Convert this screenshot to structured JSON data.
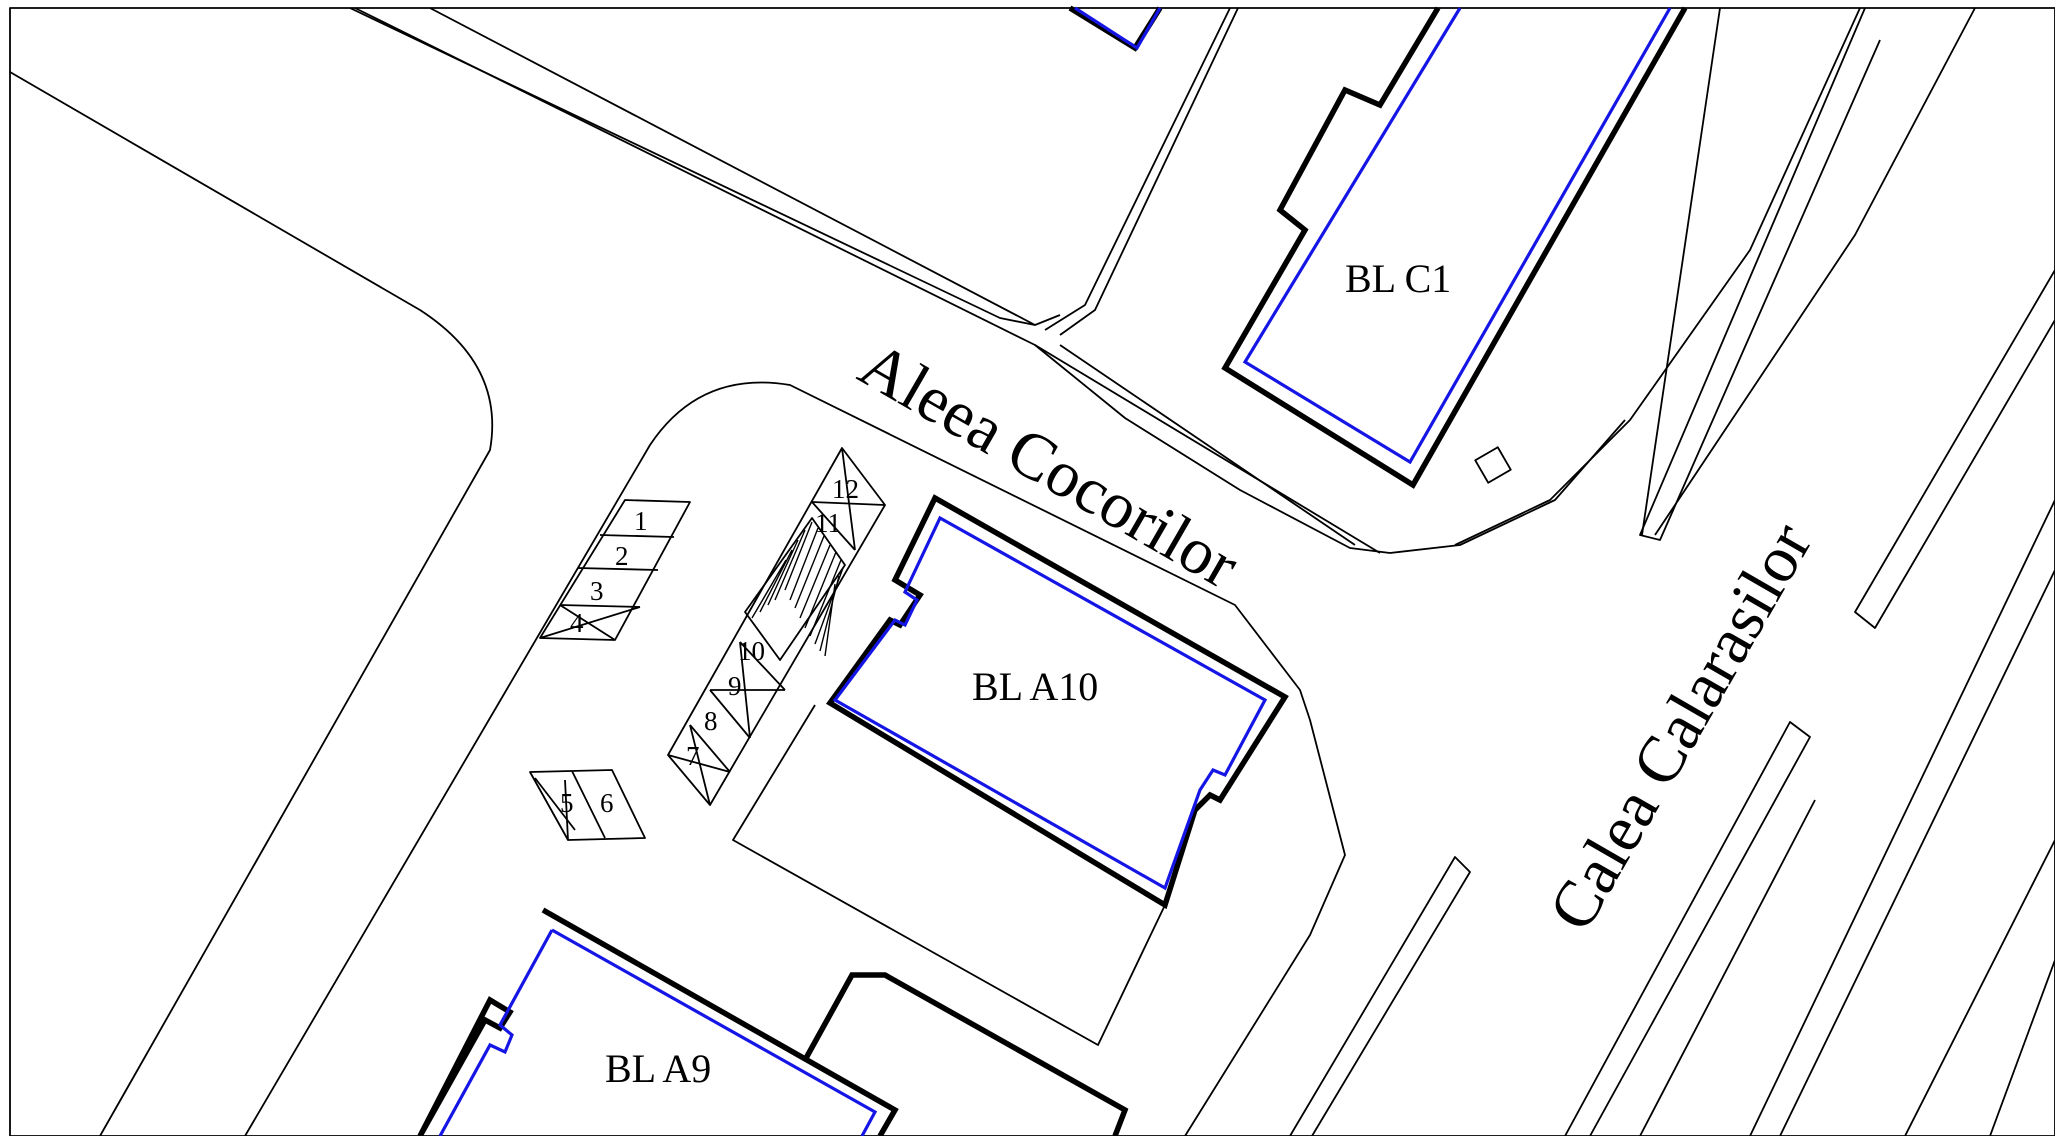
{
  "map": {
    "streets": [
      {
        "name": "Aleea Cocorilor"
      },
      {
        "name": "Calea Calarasilor"
      }
    ],
    "buildings": [
      {
        "label": "BL C1"
      },
      {
        "label": "BL A10"
      },
      {
        "label": "BL A9"
      }
    ],
    "parking_slots": [
      "1",
      "2",
      "3",
      "4",
      "5",
      "6",
      "7",
      "8",
      "9",
      "10",
      "11",
      "12"
    ],
    "colors": {
      "outline": "#000000",
      "building_footprint": "#1515e6",
      "background": "#ffffff"
    }
  }
}
